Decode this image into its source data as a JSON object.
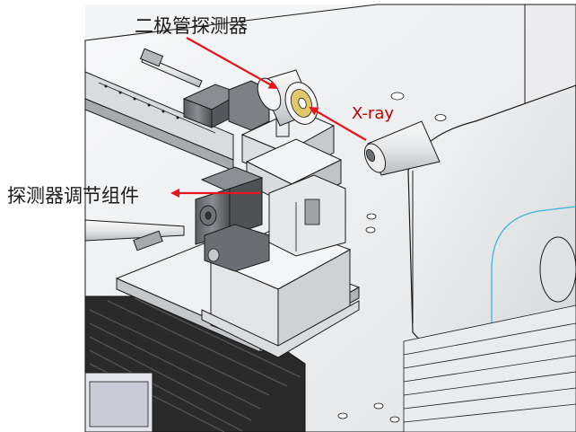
{
  "labels": {
    "diode_detector": "二极管探测器",
    "detector_adjust_assembly": "探测器调节组件",
    "xray": "X-ray"
  },
  "colors": {
    "arrow": "#e8141c",
    "outline": "#1b1b1b",
    "body_gray": "#e6e8ea",
    "dark_gray": "#3a3d40",
    "rail_gray": "#c9ccce",
    "accent_cyan": "#3bb6d6",
    "bellows": "#1f1f1f"
  }
}
